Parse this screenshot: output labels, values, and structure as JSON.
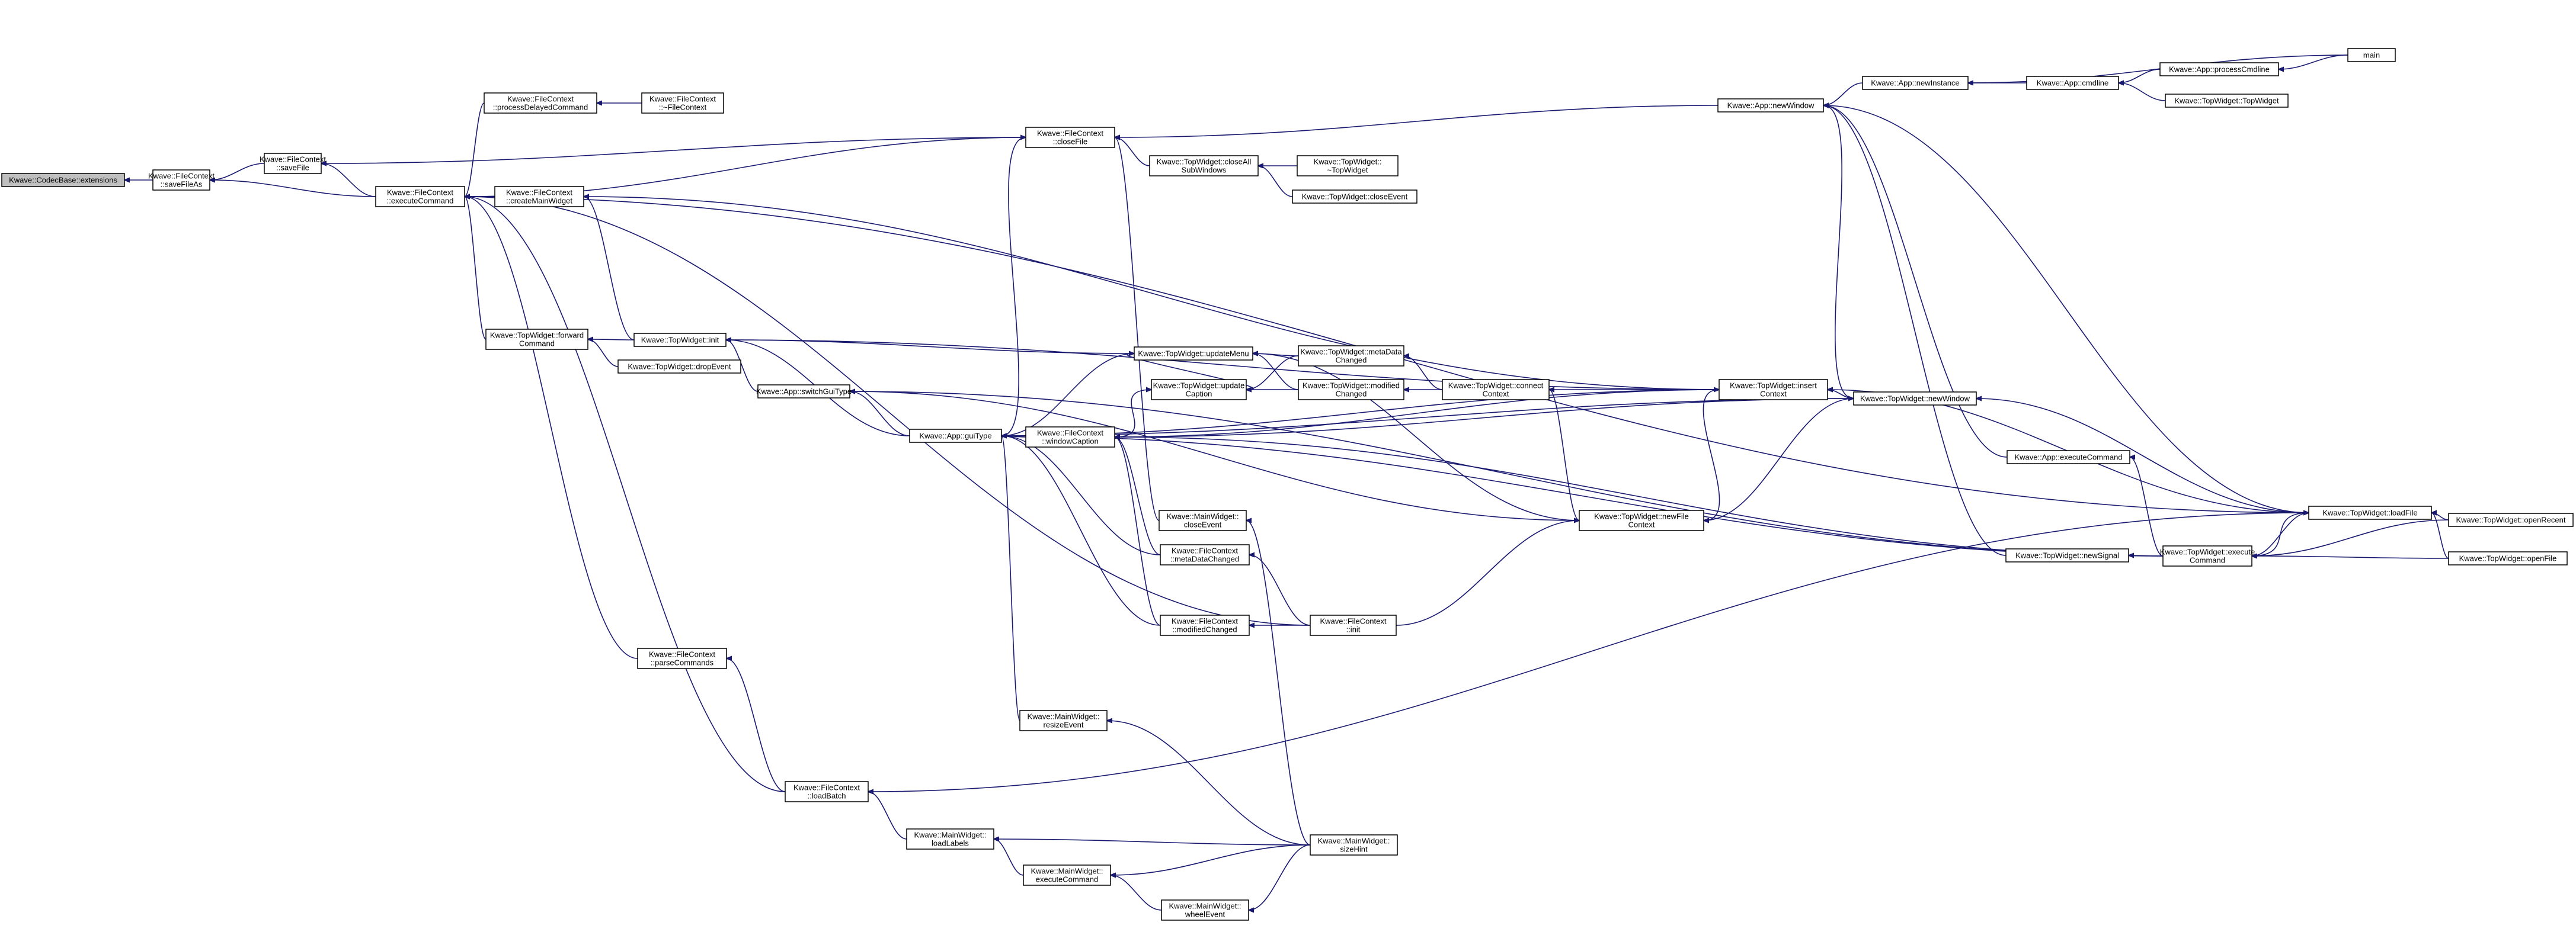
{
  "graph": {
    "nodes": [
      {
        "id": "n0",
        "lines": [
          "Kwave::CodecBase::extensions"
        ]
      },
      {
        "id": "n1",
        "lines": [
          "Kwave::FileContext",
          "::saveFileAs"
        ]
      },
      {
        "id": "n2",
        "lines": [
          "Kwave::FileContext",
          "::saveFile"
        ]
      },
      {
        "id": "n3",
        "lines": [
          "Kwave::FileContext",
          "::executeCommand"
        ]
      },
      {
        "id": "n4",
        "lines": [
          "Kwave::FileContext",
          "::processDelayedCommand"
        ]
      },
      {
        "id": "n5",
        "lines": [
          "Kwave::FileContext",
          "::~FileContext"
        ]
      },
      {
        "id": "n6",
        "lines": [
          "Kwave::FileContext",
          "::createMainWidget"
        ]
      },
      {
        "id": "n7",
        "lines": [
          "Kwave::TopWidget::forward",
          "Command"
        ]
      },
      {
        "id": "n8",
        "lines": [
          "Kwave::TopWidget::init"
        ]
      },
      {
        "id": "n9",
        "lines": [
          "Kwave::TopWidget::dropEvent"
        ]
      },
      {
        "id": "n10",
        "lines": [
          "Kwave::App::switchGuiType"
        ]
      },
      {
        "id": "n11",
        "lines": [
          "Kwave::App::guiType"
        ]
      },
      {
        "id": "n12",
        "lines": [
          "Kwave::FileContext",
          "::closeFile"
        ]
      },
      {
        "id": "n13",
        "lines": [
          "Kwave::TopWidget::closeAll",
          "SubWindows"
        ]
      },
      {
        "id": "n14",
        "lines": [
          "Kwave::TopWidget::",
          "~TopWidget"
        ]
      },
      {
        "id": "n15",
        "lines": [
          "Kwave::TopWidget::closeEvent"
        ]
      },
      {
        "id": "n16",
        "lines": [
          "Kwave::TopWidget::updateMenu"
        ]
      },
      {
        "id": "n17",
        "lines": [
          "Kwave::TopWidget::update",
          "Caption"
        ]
      },
      {
        "id": "n18",
        "lines": [
          "Kwave::FileContext",
          "::windowCaption"
        ]
      },
      {
        "id": "n19",
        "lines": [
          "Kwave::TopWidget::metaData",
          "Changed"
        ]
      },
      {
        "id": "n20",
        "lines": [
          "Kwave::TopWidget::modified",
          "Changed"
        ]
      },
      {
        "id": "n21",
        "lines": [
          "Kwave::TopWidget::connect",
          "Context"
        ]
      },
      {
        "id": "n22",
        "lines": [
          "Kwave::TopWidget::insert",
          "Context"
        ]
      },
      {
        "id": "n23",
        "lines": [
          "Kwave::TopWidget::newWindow"
        ]
      },
      {
        "id": "n24",
        "lines": [
          "Kwave::App::newWindow"
        ]
      },
      {
        "id": "n25",
        "lines": [
          "Kwave::App::newInstance"
        ]
      },
      {
        "id": "n26",
        "lines": [
          "Kwave::App::cmdline"
        ]
      },
      {
        "id": "n27",
        "lines": [
          "Kwave::App::processCmdline"
        ]
      },
      {
        "id": "n28",
        "lines": [
          "Kwave::TopWidget::TopWidget"
        ]
      },
      {
        "id": "n29",
        "lines": [
          "main"
        ]
      },
      {
        "id": "n30",
        "lines": [
          "Kwave::App::executeCommand"
        ]
      },
      {
        "id": "n31",
        "lines": [
          "Kwave::TopWidget::newFile",
          "Context"
        ]
      },
      {
        "id": "n32",
        "lines": [
          "Kwave::TopWidget::newSignal"
        ]
      },
      {
        "id": "n33",
        "lines": [
          "Kwave::TopWidget::execute",
          "Command"
        ]
      },
      {
        "id": "n34",
        "lines": [
          "Kwave::TopWidget::loadFile"
        ]
      },
      {
        "id": "n35",
        "lines": [
          "Kwave::TopWidget::openRecent"
        ]
      },
      {
        "id": "n36",
        "lines": [
          "Kwave::TopWidget::openFile"
        ]
      },
      {
        "id": "n37",
        "lines": [
          "Kwave::MainWidget::",
          "closeEvent"
        ]
      },
      {
        "id": "n38",
        "lines": [
          "Kwave::FileContext",
          "::metaDataChanged"
        ]
      },
      {
        "id": "n39",
        "lines": [
          "Kwave::FileContext",
          "::modifiedChanged"
        ]
      },
      {
        "id": "n40",
        "lines": [
          "Kwave::FileContext",
          "::init"
        ]
      },
      {
        "id": "n41",
        "lines": [
          "Kwave::FileContext",
          "::parseCommands"
        ]
      },
      {
        "id": "n42",
        "lines": [
          "Kwave::MainWidget::",
          "resizeEvent"
        ]
      },
      {
        "id": "n43",
        "lines": [
          "Kwave::FileContext",
          "::loadBatch"
        ]
      },
      {
        "id": "n44",
        "lines": [
          "Kwave::MainWidget::",
          "loadLabels"
        ]
      },
      {
        "id": "n45",
        "lines": [
          "Kwave::MainWidget::",
          "executeCommand"
        ]
      },
      {
        "id": "n46",
        "lines": [
          "Kwave::MainWidget::",
          "wheelEvent"
        ]
      },
      {
        "id": "n47",
        "lines": [
          "Kwave::MainWidget::",
          "sizeHint"
        ]
      }
    ],
    "edges": [
      [
        "n1",
        "n0"
      ],
      [
        "n2",
        "n1"
      ],
      [
        "n3",
        "n1"
      ],
      [
        "n3",
        "n2"
      ],
      [
        "n4",
        "n3"
      ],
      [
        "n5",
        "n4"
      ],
      [
        "n6",
        "n3"
      ],
      [
        "n7",
        "n3"
      ],
      [
        "n8",
        "n6"
      ],
      [
        "n8",
        "n7"
      ],
      [
        "n9",
        "n7"
      ],
      [
        "n12",
        "n2"
      ],
      [
        "n12",
        "n3"
      ],
      [
        "n13",
        "n12"
      ],
      [
        "n14",
        "n13"
      ],
      [
        "n15",
        "n13"
      ],
      [
        "n11",
        "n12"
      ],
      [
        "n37",
        "n12"
      ],
      [
        "n22",
        "n6"
      ],
      [
        "n41",
        "n3"
      ],
      [
        "n43",
        "n3"
      ],
      [
        "n43",
        "n41"
      ],
      [
        "n40",
        "n3"
      ],
      [
        "n24",
        "n12"
      ],
      [
        "n10",
        "n8"
      ],
      [
        "n11",
        "n10"
      ],
      [
        "n11",
        "n8"
      ],
      [
        "n18",
        "n11"
      ],
      [
        "n16",
        "n11"
      ],
      [
        "n22",
        "n11"
      ],
      [
        "n23",
        "n11"
      ],
      [
        "n33",
        "n10"
      ],
      [
        "n16",
        "n8"
      ],
      [
        "n17",
        "n16"
      ],
      [
        "n19",
        "n16"
      ],
      [
        "n20",
        "n16"
      ],
      [
        "n31",
        "n16"
      ],
      [
        "n18",
        "n17"
      ],
      [
        "n19",
        "n17"
      ],
      [
        "n20",
        "n17"
      ],
      [
        "n21",
        "n19"
      ],
      [
        "n21",
        "n20"
      ],
      [
        "n22",
        "n21"
      ],
      [
        "n22",
        "n18"
      ],
      [
        "n23",
        "n18"
      ],
      [
        "n23",
        "n22"
      ],
      [
        "n24",
        "n23"
      ],
      [
        "n25",
        "n24"
      ],
      [
        "n26",
        "n25"
      ],
      [
        "n27",
        "n26"
      ],
      [
        "n28",
        "n26"
      ],
      [
        "n29",
        "n25"
      ],
      [
        "n29",
        "n27"
      ],
      [
        "n24",
        "n34"
      ],
      [
        "n30",
        "n24"
      ],
      [
        "n32",
        "n24"
      ],
      [
        "n31",
        "n21"
      ],
      [
        "n31",
        "n22"
      ],
      [
        "n40",
        "n31"
      ],
      [
        "n23",
        "n31"
      ],
      [
        "n33",
        "n32"
      ],
      [
        "n33",
        "n30"
      ],
      [
        "n34",
        "n33"
      ],
      [
        "n33",
        "n34"
      ],
      [
        "n35",
        "n34"
      ],
      [
        "n36",
        "n34"
      ],
      [
        "n36",
        "n33"
      ],
      [
        "n35",
        "n33"
      ],
      [
        "n34",
        "n3"
      ],
      [
        "n34",
        "n43"
      ],
      [
        "n34",
        "n23"
      ],
      [
        "n34",
        "n22"
      ],
      [
        "n38",
        "n11"
      ],
      [
        "n38",
        "n18"
      ],
      [
        "n39",
        "n11"
      ],
      [
        "n39",
        "n18"
      ],
      [
        "n40",
        "n38"
      ],
      [
        "n40",
        "n39"
      ],
      [
        "n31",
        "n10"
      ],
      [
        "n42",
        "n11"
      ],
      [
        "n47",
        "n42"
      ],
      [
        "n47",
        "n37"
      ],
      [
        "n44",
        "n43"
      ],
      [
        "n47",
        "n44"
      ],
      [
        "n45",
        "n44"
      ],
      [
        "n46",
        "n45"
      ],
      [
        "n47",
        "n46"
      ],
      [
        "n47",
        "n45"
      ],
      [
        "n33",
        "n11"
      ],
      [
        "n22",
        "n8"
      ],
      [
        "n33",
        "n18"
      ]
    ]
  }
}
